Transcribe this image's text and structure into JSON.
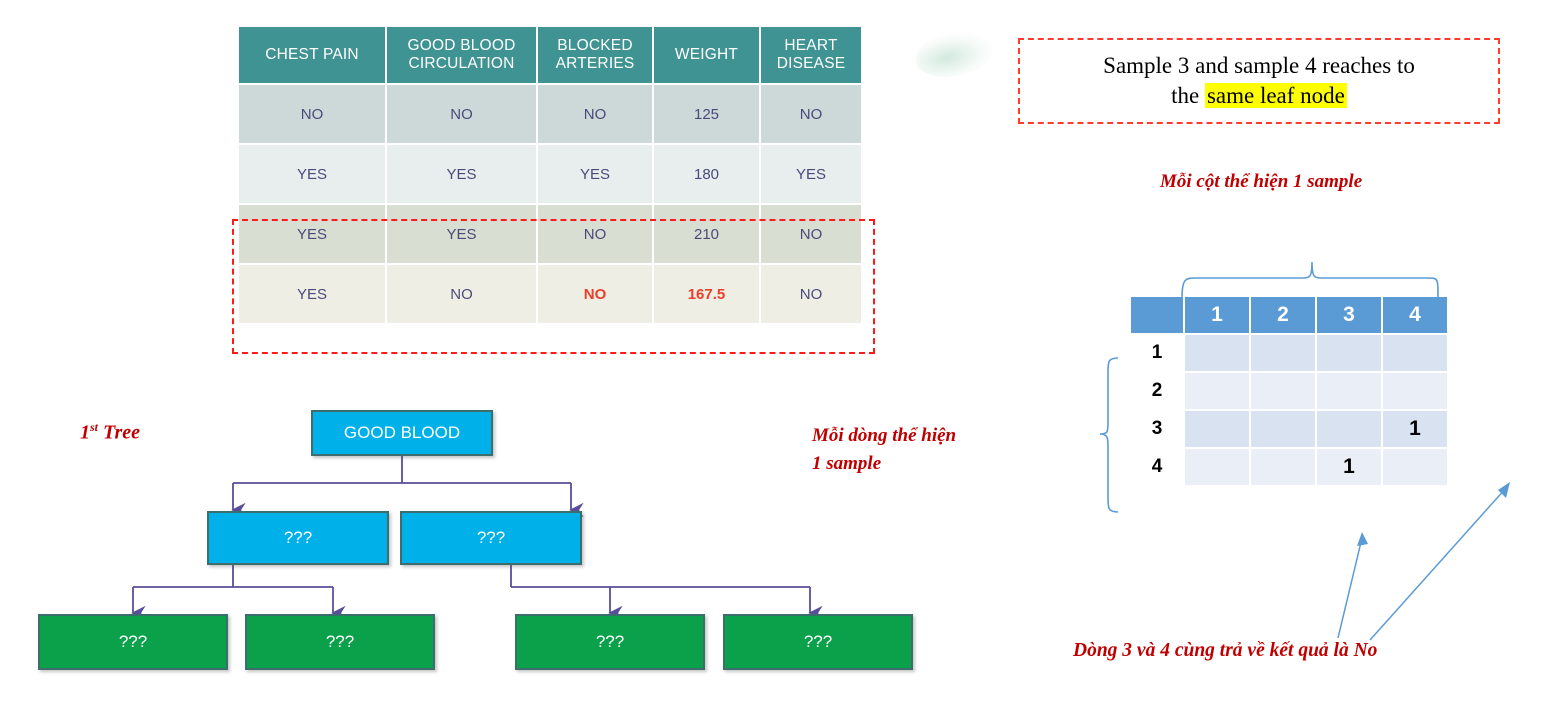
{
  "table": {
    "headers": [
      "CHEST PAIN",
      "GOOD BLOOD CIRCULATION",
      "BLOCKED ARTERIES",
      "WEIGHT",
      "HEART DISEASE"
    ],
    "rows": [
      {
        "cells": [
          "NO",
          "NO",
          "NO",
          "125",
          "NO"
        ],
        "highlight": [
          false,
          false,
          false,
          false,
          false
        ]
      },
      {
        "cells": [
          "YES",
          "YES",
          "YES",
          "180",
          "YES"
        ],
        "highlight": [
          false,
          false,
          false,
          false,
          false
        ]
      },
      {
        "cells": [
          "YES",
          "YES",
          "NO",
          "210",
          "NO"
        ],
        "highlight": [
          false,
          false,
          false,
          false,
          false
        ]
      },
      {
        "cells": [
          "YES",
          "NO",
          "NO",
          "167.5",
          "NO"
        ],
        "highlight": [
          false,
          false,
          true,
          true,
          false
        ]
      }
    ],
    "header_bg": "#3f9392",
    "highlight_text_color": "#e8402a",
    "selection_border_color": "#ff1a1a"
  },
  "tree": {
    "label": "1st Tree",
    "label_sup": "st",
    "label_main_prefix": "1",
    "label_main_suffix": " Tree",
    "root": "GOOD BLOOD",
    "internal": [
      "???",
      "???"
    ],
    "leaves": [
      "???",
      "???",
      "???",
      "???"
    ],
    "colors": {
      "internal": "#00b0e8",
      "leaf": "#0ba04a",
      "border": "#3c6e6e",
      "connector": "#5b4d9a"
    }
  },
  "note": {
    "line1": "Sample 3 and sample 4 reaches to",
    "line2_prefix": "the ",
    "line2_highlight": "same leaf node",
    "highlight_color": "#ffff00",
    "border_color": "#ff3b30"
  },
  "annotations": {
    "column_note": "Mỗi cột  thể hiện 1 sample",
    "row_note_line1": "Mỗi dòng thể hiện",
    "row_note_line2": "1 sample",
    "bottom_note": "Dòng 3 và 4 cùng trả về kết quả là No",
    "color": "#c00000"
  },
  "matrix": {
    "column_headers": [
      "1",
      "2",
      "3",
      "4"
    ],
    "row_headers": [
      "1",
      "2",
      "3",
      "4"
    ],
    "values": [
      [
        "",
        "",
        "",
        ""
      ],
      [
        "",
        "",
        "",
        ""
      ],
      [
        "",
        "",
        "",
        "1"
      ],
      [
        "",
        "",
        "1",
        ""
      ]
    ],
    "header_bg": "#5b9bd5",
    "marked_bg": "#fbe0cf",
    "band_a_bg": "#d9e2f0",
    "band_b_bg": "#eaeef7",
    "brace_color": "#5b9bd5",
    "arrow_color": "#5b9bd5"
  }
}
